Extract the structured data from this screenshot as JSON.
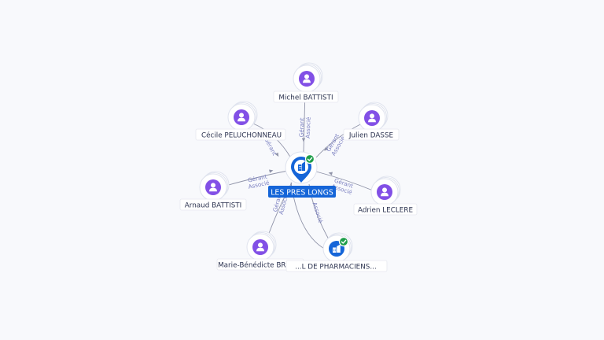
{
  "graph": {
    "center": {
      "label": "LES PRES LONGS",
      "icon": "building-icon",
      "verified": true
    },
    "nodes": [
      {
        "id": "michel",
        "label": "Michel BATTISTI",
        "kind": "person",
        "icon": "person-icon"
      },
      {
        "id": "cecile",
        "label": "Cécile PELUCHONNEAU",
        "kind": "person",
        "icon": "person-icon"
      },
      {
        "id": "julien",
        "label": "Julien DASSE",
        "kind": "person",
        "icon": "person-icon"
      },
      {
        "id": "arnaud",
        "label": "Arnaud BATTISTI",
        "kind": "person",
        "icon": "person-icon"
      },
      {
        "id": "adrien",
        "label": "Adrien LECLERE",
        "kind": "person",
        "icon": "person-icon"
      },
      {
        "id": "marie",
        "label": "Marie-Bénédicte BRUN...",
        "kind": "person",
        "icon": "person-icon"
      },
      {
        "id": "selarl",
        "label": "...L DE PHARMACIENS...",
        "kind": "company",
        "icon": "building-icon",
        "verified": true
      }
    ],
    "edges": [
      {
        "to": "michel",
        "roles": [
          "Gérant",
          "Associé"
        ]
      },
      {
        "to": "cecile",
        "roles": [
          "Gérant"
        ]
      },
      {
        "to": "julien",
        "roles": [
          "Gérant",
          "Associé"
        ]
      },
      {
        "to": "arnaud",
        "roles": [
          "Gérant",
          "Associé"
        ]
      },
      {
        "to": "adrien",
        "roles": [
          "Gérant",
          "Associé"
        ]
      },
      {
        "to": "marie",
        "roles": [
          "Gérant",
          "Associé"
        ]
      },
      {
        "to": "selarl",
        "roles": [
          "Associé"
        ]
      }
    ]
  },
  "colors": {
    "background": "#f8f9fc",
    "person_avatar": "#8250e6",
    "company": "#1565d8",
    "verified": "#1e9e4a",
    "edge": "#8f93a8",
    "edge_label": "#7a7fc0",
    "node_label_text": "#2c3350"
  }
}
